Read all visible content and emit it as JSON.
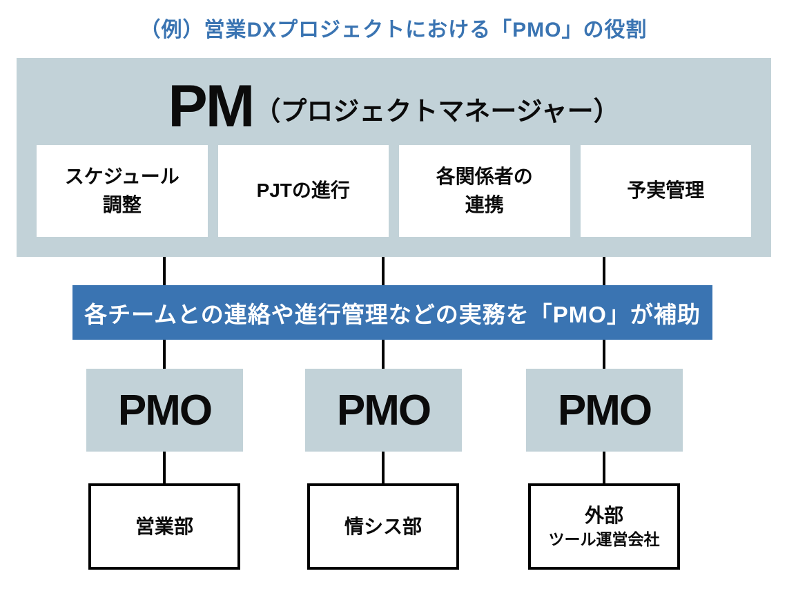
{
  "title": "（例）営業DXプロジェクトにおける「PMO」の役割",
  "pm_section": {
    "heading_main": "PM",
    "heading_sub": "（プロジェクトマネージャー）",
    "tasks": [
      {
        "lines": [
          "スケジュール",
          "調整"
        ]
      },
      {
        "lines": [
          "PJTの進行"
        ]
      },
      {
        "lines": [
          "各関係者の",
          "連携"
        ]
      },
      {
        "lines": [
          "予実管理"
        ]
      }
    ]
  },
  "banner": {
    "text": "各チームとの連絡や進行管理などの実務を「PMO」が補助"
  },
  "pmo_nodes": [
    {
      "label": "PMO"
    },
    {
      "label": "PMO"
    },
    {
      "label": "PMO"
    }
  ],
  "teams": [
    {
      "lines": [
        "営業部"
      ]
    },
    {
      "lines": [
        "情シス部"
      ]
    },
    {
      "lines": [
        "外部",
        "ツール運営会社"
      ]
    }
  ],
  "colors": {
    "accent_blue": "#3a74b2",
    "panel_blue": "#c2d2d8",
    "text_black": "#0b0b0b",
    "background": "#ffffff"
  }
}
